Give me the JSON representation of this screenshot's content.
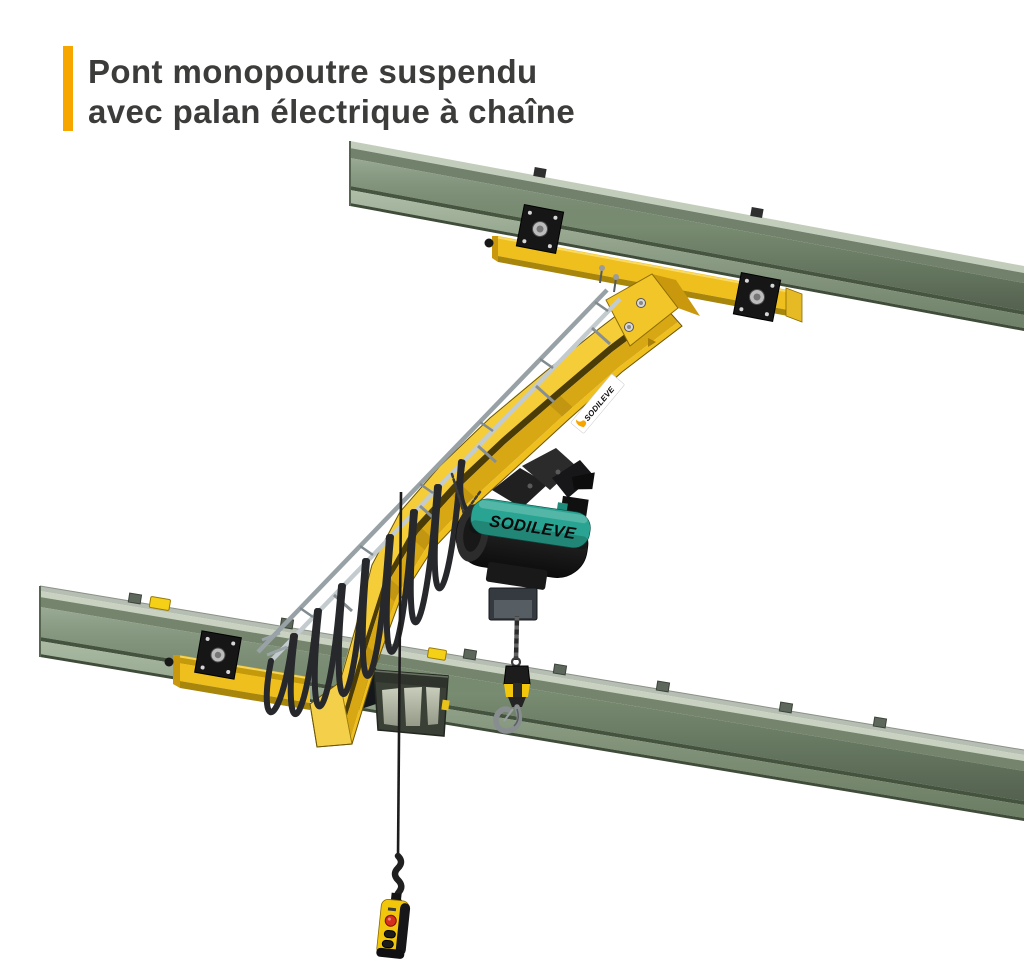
{
  "title": {
    "line1": "Pont monopoutre suspendu",
    "line2": "avec palan électrique à chaîne"
  },
  "brands": {
    "hoist_label": "SODILEVE",
    "girder_sticker_label": "SODILEVE"
  },
  "colors": {
    "accent": "#F7A600",
    "title_text": "#3C3C3B",
    "runway_beam_green": "#7E9377",
    "girder_yellow": "#EFBF1E",
    "girder_side_yellow": "#D8A714",
    "girder_top_yellow": "#F4CD38",
    "hoist_teal": "#2AA492",
    "hoist_body_black": "#1D1D1D",
    "festoon_cable_black": "#26282B",
    "rail_gray": "#C3CBCE",
    "wheel_plate_black": "#161616",
    "chain_box_olive": "#3A4036",
    "pendant_yellow": "#F2C60B",
    "emergency_stop_red": "#D52F1E"
  }
}
